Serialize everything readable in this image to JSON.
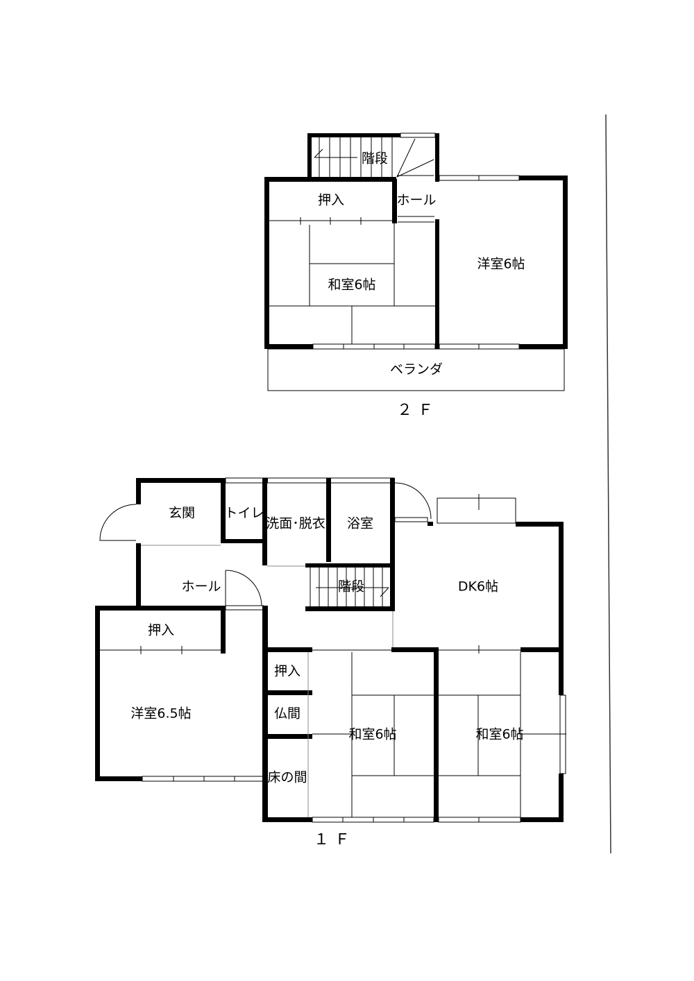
{
  "floors": [
    {
      "label": "２Ｆ",
      "rooms": [
        "階段",
        "押入",
        "ホール",
        "洋室6帖",
        "和室6帖",
        "ベランダ"
      ]
    },
    {
      "label": "１Ｆ",
      "rooms": [
        "玄関",
        "トイレ",
        "洗面･脱衣",
        "浴室",
        "ホール",
        "階段",
        "DK6帖",
        "押入",
        "洋室6.5帖",
        "押入",
        "仏間",
        "床の間",
        "和室6帖",
        "和室6帖"
      ]
    }
  ]
}
